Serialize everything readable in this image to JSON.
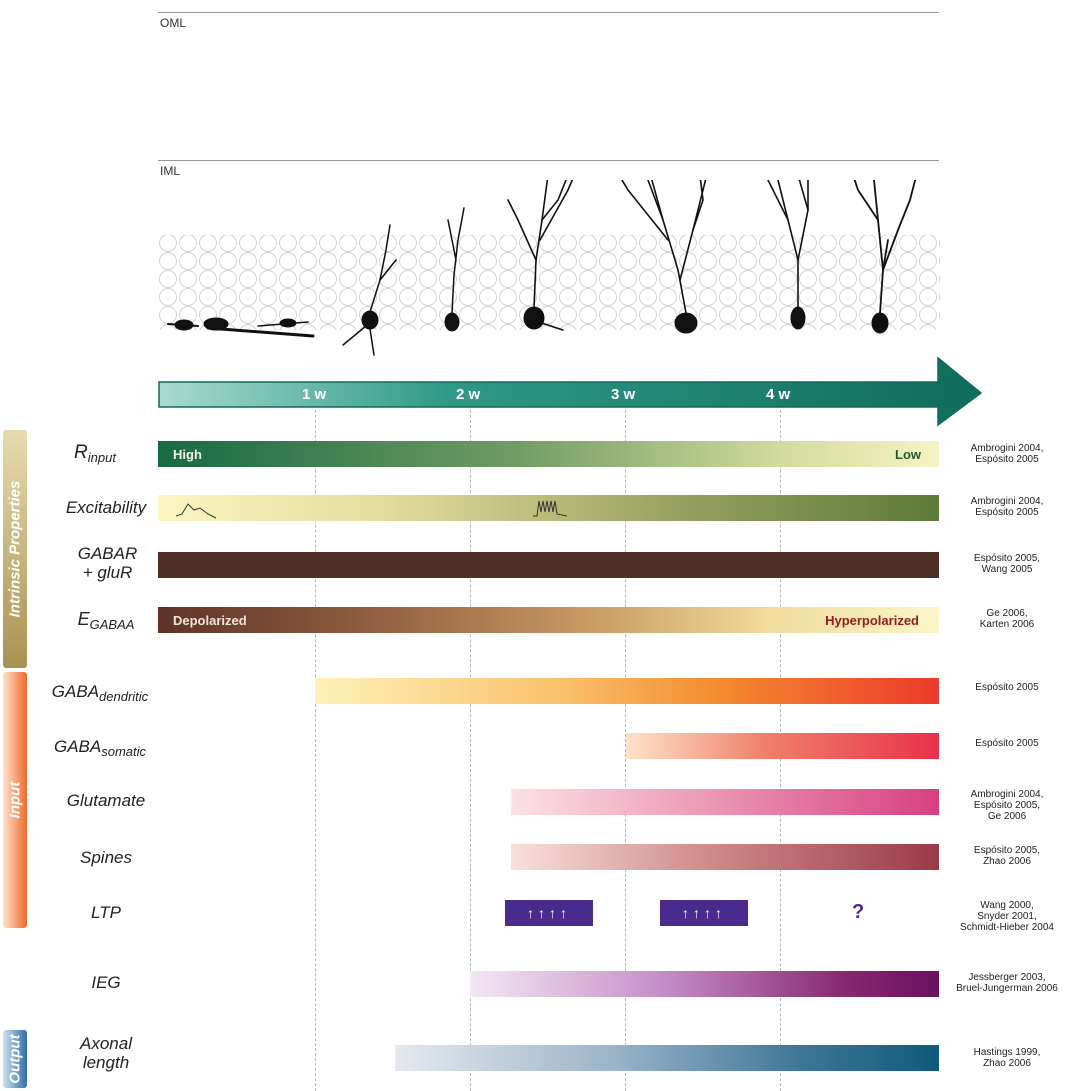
{
  "layers": {
    "oml": "OML",
    "iml": "IML"
  },
  "timeline": {
    "ticks": [
      "1 w",
      "2 w",
      "3 w",
      "4 w"
    ]
  },
  "groups": {
    "intrinsic": "Intrinsic Properties",
    "input": "Input",
    "output": "Output"
  },
  "rows": {
    "rinput": {
      "label_main": "R",
      "label_sub": "input",
      "left_text": "High",
      "right_text": "Low",
      "ref": "Ambrogini 2004,\nEspósito 2005"
    },
    "excitability": {
      "label": "Excitability",
      "ref": "Ambrogini 2004,\nEspósito 2005"
    },
    "gabar": {
      "label": "GABAR\n+ gluR",
      "ref": "Espósito 2005,\nWang 2005"
    },
    "egaba": {
      "label_main": "E",
      "label_sub": "GABAA",
      "left_text": "Depolarized",
      "right_text": "Hyperpolarized",
      "ref": "Ge 2006,\nKarten 2006"
    },
    "gaba_dendritic": {
      "label_main": "GABA",
      "label_sub": "dendritic",
      "ref": "Espósito 2005"
    },
    "gaba_somatic": {
      "label_main": "GABA",
      "label_sub": "somatic",
      "ref": "Espósito 2005"
    },
    "glutamate": {
      "label": "Glutamate",
      "ref": "Ambrogini 2004,\nEspósito 2005,\nGe 2006"
    },
    "spines": {
      "label": "Spines",
      "ref": "Espósito 2005,\nZhao 2006"
    },
    "ltp": {
      "label": "LTP",
      "box1": "↑↑↑↑",
      "box2": "↑↑↑↑",
      "unknown": "?",
      "ref": "Wang 2000,\nSnyder 2001,\nSchmidt-Hieber 2004"
    },
    "ieg": {
      "label": "IEG",
      "ref": "Jessberger 2003,\nBruel-Jungerman 2006"
    },
    "axonal": {
      "label": "Axonal\nlength",
      "ref": "Hastings 1999,\nZhao 2006"
    }
  },
  "colors": {
    "timeline_arrow": "#0f6b5a",
    "intrinsic_group": "#c9b46a",
    "input_group": "#ef6a2a",
    "output_group": "#2f6ea6",
    "ltp_box": "#4b2a8e"
  }
}
